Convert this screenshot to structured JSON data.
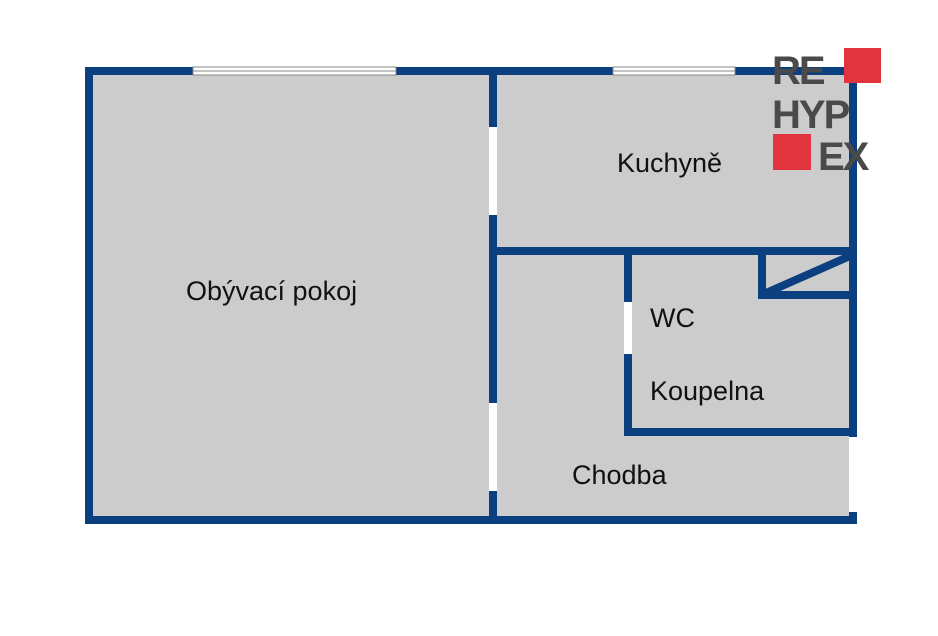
{
  "plan": {
    "rooms": [
      {
        "id": "living",
        "label": "Obývací pokoj"
      },
      {
        "id": "kitchen",
        "label": "Kuchyně"
      },
      {
        "id": "wc",
        "label": "WC"
      },
      {
        "id": "bathroom",
        "label": "Koupelna"
      },
      {
        "id": "hallway",
        "label": "Chodba"
      }
    ],
    "colors": {
      "wall": "#0b3f80",
      "floor": "#cccccc",
      "opening": "#ffffff",
      "logo_red": "#e0343f",
      "logo_gray": "#4a4a4a"
    }
  },
  "logo": {
    "lines": [
      "RE",
      "HYP",
      "EX"
    ]
  }
}
